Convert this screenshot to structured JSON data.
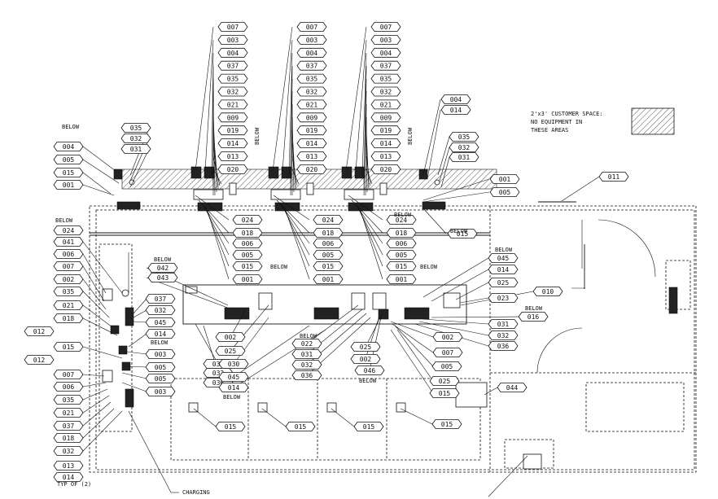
{
  "tags": [
    "007",
    "003",
    "004",
    "037",
    "035",
    "032",
    "021",
    "009",
    "019",
    "014",
    "013",
    "020",
    "007",
    "003",
    "004",
    "037",
    "035",
    "032",
    "021",
    "009",
    "019",
    "014",
    "013",
    "020",
    "007",
    "003",
    "004",
    "037",
    "035",
    "032",
    "021",
    "009",
    "019",
    "014",
    "013",
    "020",
    "035",
    "032",
    "031",
    "004",
    "005",
    "015",
    "001",
    "004",
    "014",
    "035",
    "032",
    "031",
    "001",
    "005",
    "011",
    "024",
    "018",
    "006",
    "005",
    "015",
    "001",
    "024",
    "018",
    "006",
    "005",
    "015",
    "001",
    "024",
    "018",
    "006",
    "005",
    "015",
    "001",
    "015",
    "024",
    "041",
    "006",
    "007",
    "002",
    "035",
    "021",
    "018",
    "012",
    "015",
    "012",
    "007",
    "006",
    "035",
    "021",
    "037",
    "018",
    "032",
    "013",
    "014",
    "042",
    "043",
    "037",
    "032",
    "045",
    "014",
    "003",
    "005",
    "005",
    "003",
    "002",
    "025",
    "031",
    "032",
    "036",
    "030",
    "045",
    "014",
    "022",
    "031",
    "032",
    "036",
    "025",
    "002",
    "046",
    "045",
    "014",
    "025",
    "023",
    "010",
    "016",
    "031",
    "032",
    "036",
    "002",
    "007",
    "005",
    "025",
    "015",
    "044",
    "015",
    "015",
    "015",
    "015"
  ],
  "labels": {
    "below_texts": [
      "BELOW",
      "BELOW",
      "BELOW",
      "BELOW",
      "BELOW",
      "BELOW",
      "BELOW",
      "BELOW",
      "BELOW",
      "BELOW",
      "BELOW",
      "BELOW",
      "BELOW",
      "BELOW",
      "BELOW"
    ],
    "typ": "TYP OF (2)",
    "charging": "CHARGING",
    "legend": [
      "2'x3' CUSTOMER SPACE:",
      "NO EQUIPMENT IN",
      "THESE AREAS"
    ]
  }
}
